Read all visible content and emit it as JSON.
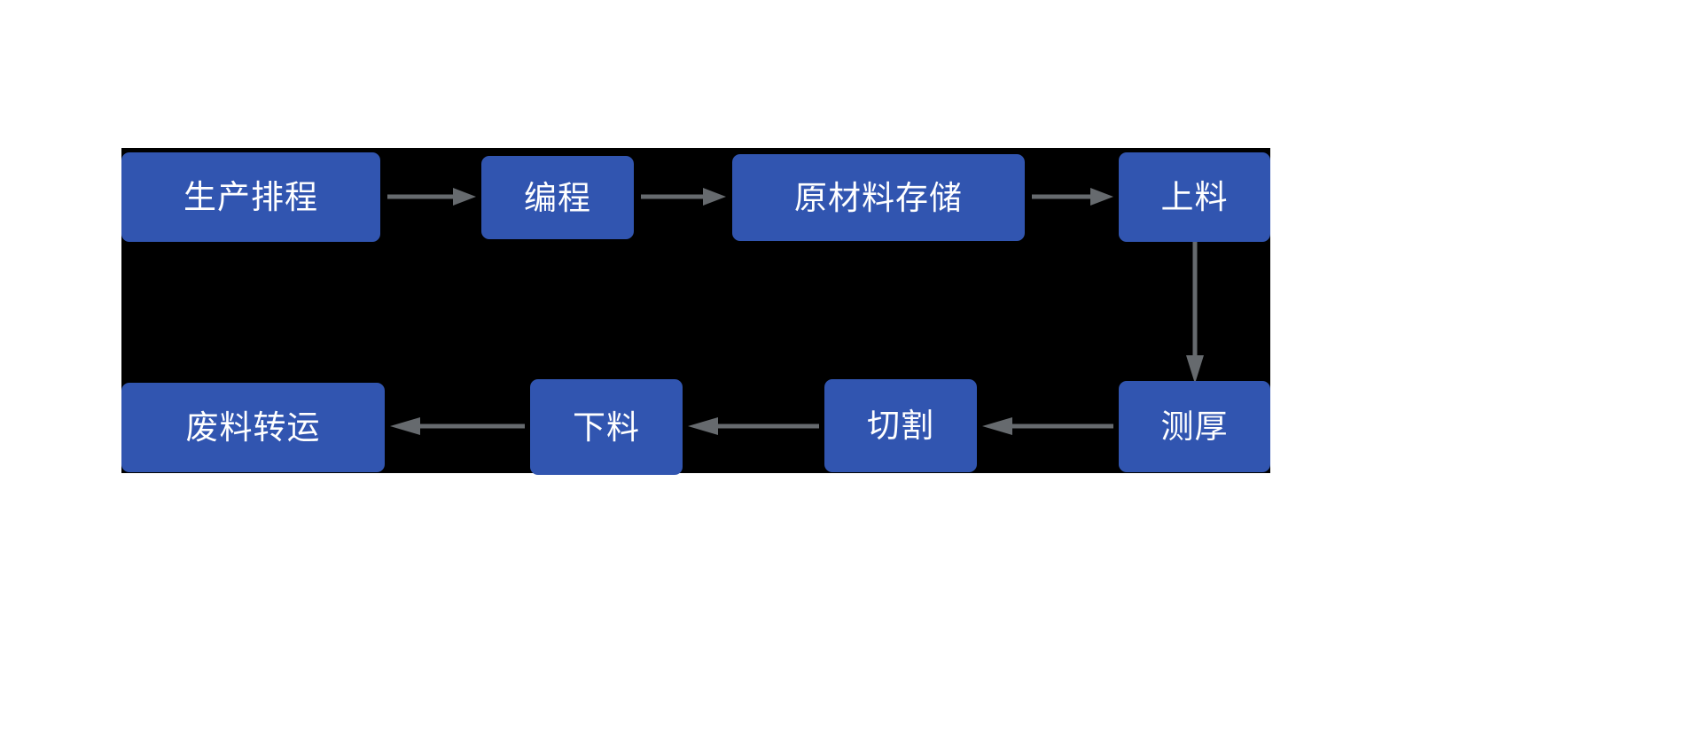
{
  "diagram": {
    "type": "process-flowchart",
    "title": "",
    "orientation": "serpentine-horizontal",
    "canvas_background": "#000000",
    "page_background": "#ffffff",
    "node_color": "#3155B0",
    "node_text_color": "#ffffff",
    "arrow_color": "#666A6E",
    "nodes": [
      {
        "id": "scheduling",
        "label": "生产排程",
        "row": "top",
        "order": 1
      },
      {
        "id": "programming",
        "label": "编程",
        "row": "top",
        "order": 2
      },
      {
        "id": "material",
        "label": "原材料存储",
        "row": "top",
        "order": 3
      },
      {
        "id": "loading",
        "label": "上料",
        "row": "top",
        "order": 4
      },
      {
        "id": "thickness",
        "label": "测厚",
        "row": "bottom",
        "order": 5
      },
      {
        "id": "cutting",
        "label": "切割",
        "row": "bottom",
        "order": 6
      },
      {
        "id": "unloading",
        "label": "下料",
        "row": "bottom",
        "order": 7
      },
      {
        "id": "scrap",
        "label": "废料转运",
        "row": "bottom",
        "order": 8
      }
    ],
    "edges": [
      {
        "from": "scheduling",
        "to": "programming",
        "direction": "right",
        "label": ""
      },
      {
        "from": "programming",
        "to": "material",
        "direction": "right",
        "label": ""
      },
      {
        "from": "material",
        "to": "loading",
        "direction": "right",
        "label": ""
      },
      {
        "from": "loading",
        "to": "thickness",
        "direction": "down",
        "label": ""
      },
      {
        "from": "thickness",
        "to": "cutting",
        "direction": "left",
        "label": ""
      },
      {
        "from": "cutting",
        "to": "unloading",
        "direction": "left",
        "label": ""
      },
      {
        "from": "unloading",
        "to": "scrap",
        "direction": "left",
        "label": ""
      }
    ]
  }
}
